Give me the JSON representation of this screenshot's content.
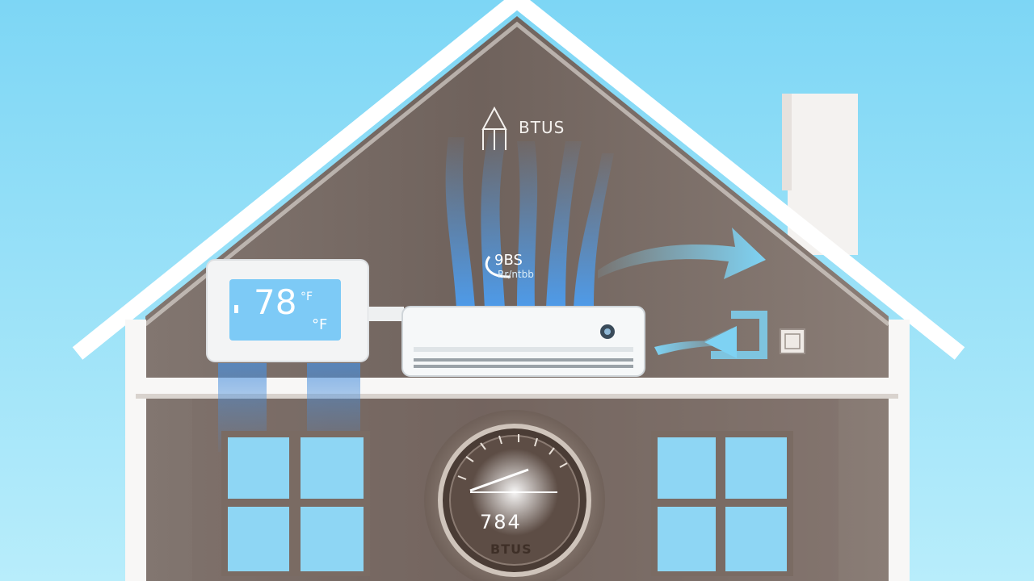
{
  "scene": {
    "btus_label": "BTUS",
    "thermostat": {
      "temperature": "78",
      "unit_top": "°F",
      "unit_bottom": "°F"
    },
    "vent_readout": {
      "value": "9BS",
      "sub": "Rr/ntbb"
    },
    "gauge": {
      "value": "784",
      "label": "BTUS"
    },
    "colors": {
      "sky_top": "#7fd7f5",
      "sky_bottom": "#b5ecfb",
      "house_wall": "#786b64",
      "house_trim": "#ffffff",
      "airflow_blue": "#5aa7ea"
    },
    "icons": [
      "house-icon",
      "chimney-icon",
      "thermostat-icon",
      "air-conditioner-icon",
      "airflow-arrow-icon",
      "temperature-gauge-icon",
      "window-icon"
    ]
  }
}
